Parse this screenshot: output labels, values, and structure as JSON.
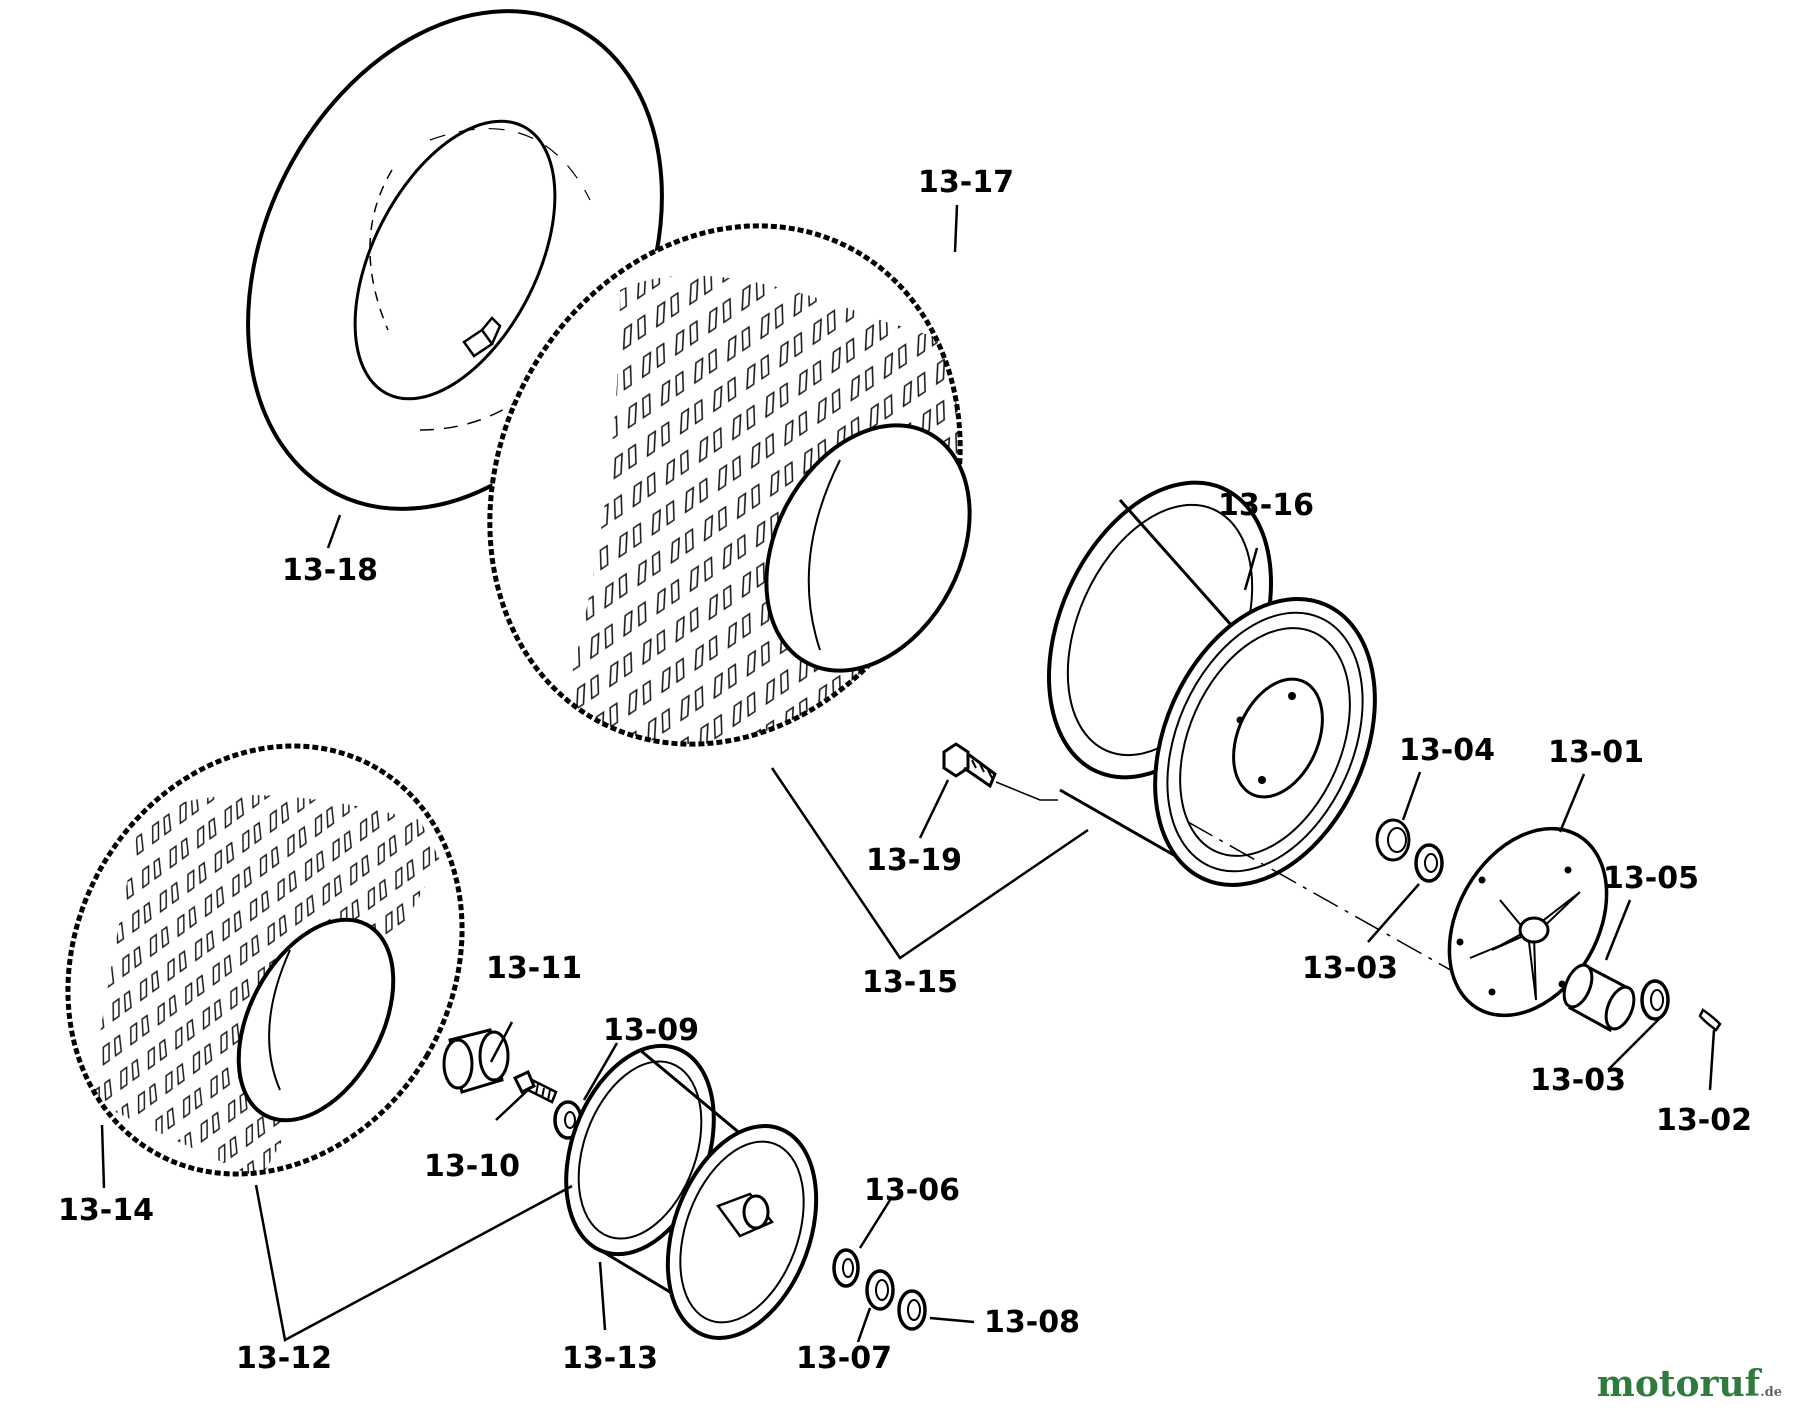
{
  "callouts": [
    {
      "id": "13-01",
      "text": "13-01"
    },
    {
      "id": "13-02",
      "text": "13-02"
    },
    {
      "id": "13-03a",
      "text": "13-03"
    },
    {
      "id": "13-03b",
      "text": "13-03"
    },
    {
      "id": "13-04",
      "text": "13-04"
    },
    {
      "id": "13-05",
      "text": "13-05"
    },
    {
      "id": "13-06",
      "text": "13-06"
    },
    {
      "id": "13-07",
      "text": "13-07"
    },
    {
      "id": "13-08",
      "text": "13-08"
    },
    {
      "id": "13-09",
      "text": "13-09"
    },
    {
      "id": "13-10",
      "text": "13-10"
    },
    {
      "id": "13-11",
      "text": "13-11"
    },
    {
      "id": "13-12",
      "text": "13-12"
    },
    {
      "id": "13-13",
      "text": "13-13"
    },
    {
      "id": "13-14",
      "text": "13-14"
    },
    {
      "id": "13-15",
      "text": "13-15"
    },
    {
      "id": "13-16",
      "text": "13-16"
    },
    {
      "id": "13-17",
      "text": "13-17"
    },
    {
      "id": "13-18",
      "text": "13-18"
    },
    {
      "id": "13-19",
      "text": "13-19"
    }
  ],
  "watermark": {
    "main": "motoruf",
    "suffix": ".de"
  }
}
